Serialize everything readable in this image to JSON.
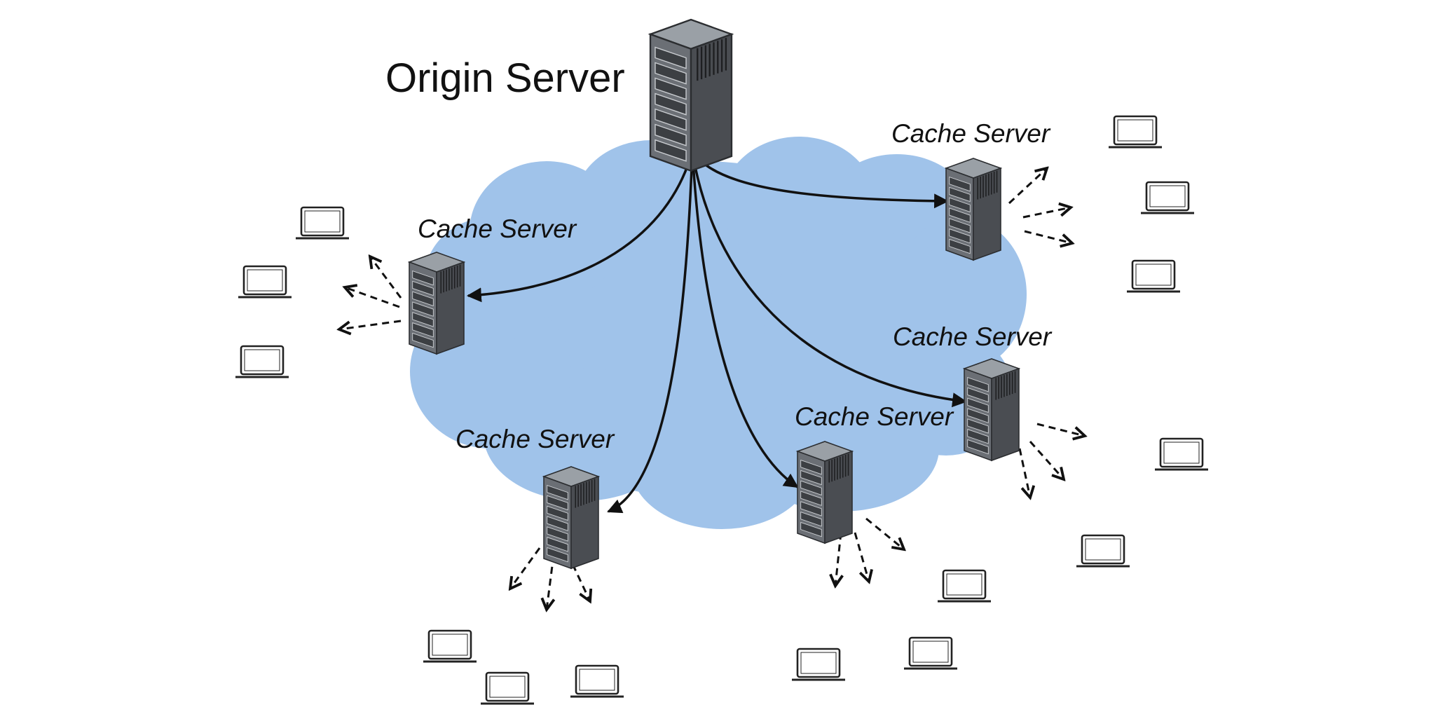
{
  "diagram": {
    "origin": {
      "label": "Origin Server",
      "icon": "server-tower-icon"
    },
    "cache_servers": [
      {
        "label": "Cache Server",
        "icon": "server-tower-icon"
      },
      {
        "label": "Cache Server",
        "icon": "server-tower-icon"
      },
      {
        "label": "Cache Server",
        "icon": "server-tower-icon"
      },
      {
        "label": "Cache Server",
        "icon": "server-tower-icon"
      },
      {
        "label": "Cache Server",
        "icon": "server-tower-icon"
      }
    ],
    "client_icon": "laptop-icon",
    "colors": {
      "cloud": "#a0c3ea",
      "arrow": "#111111",
      "server_body": "#4a4d52",
      "server_face": "#6b6f75",
      "laptop_stroke": "#222222"
    }
  }
}
